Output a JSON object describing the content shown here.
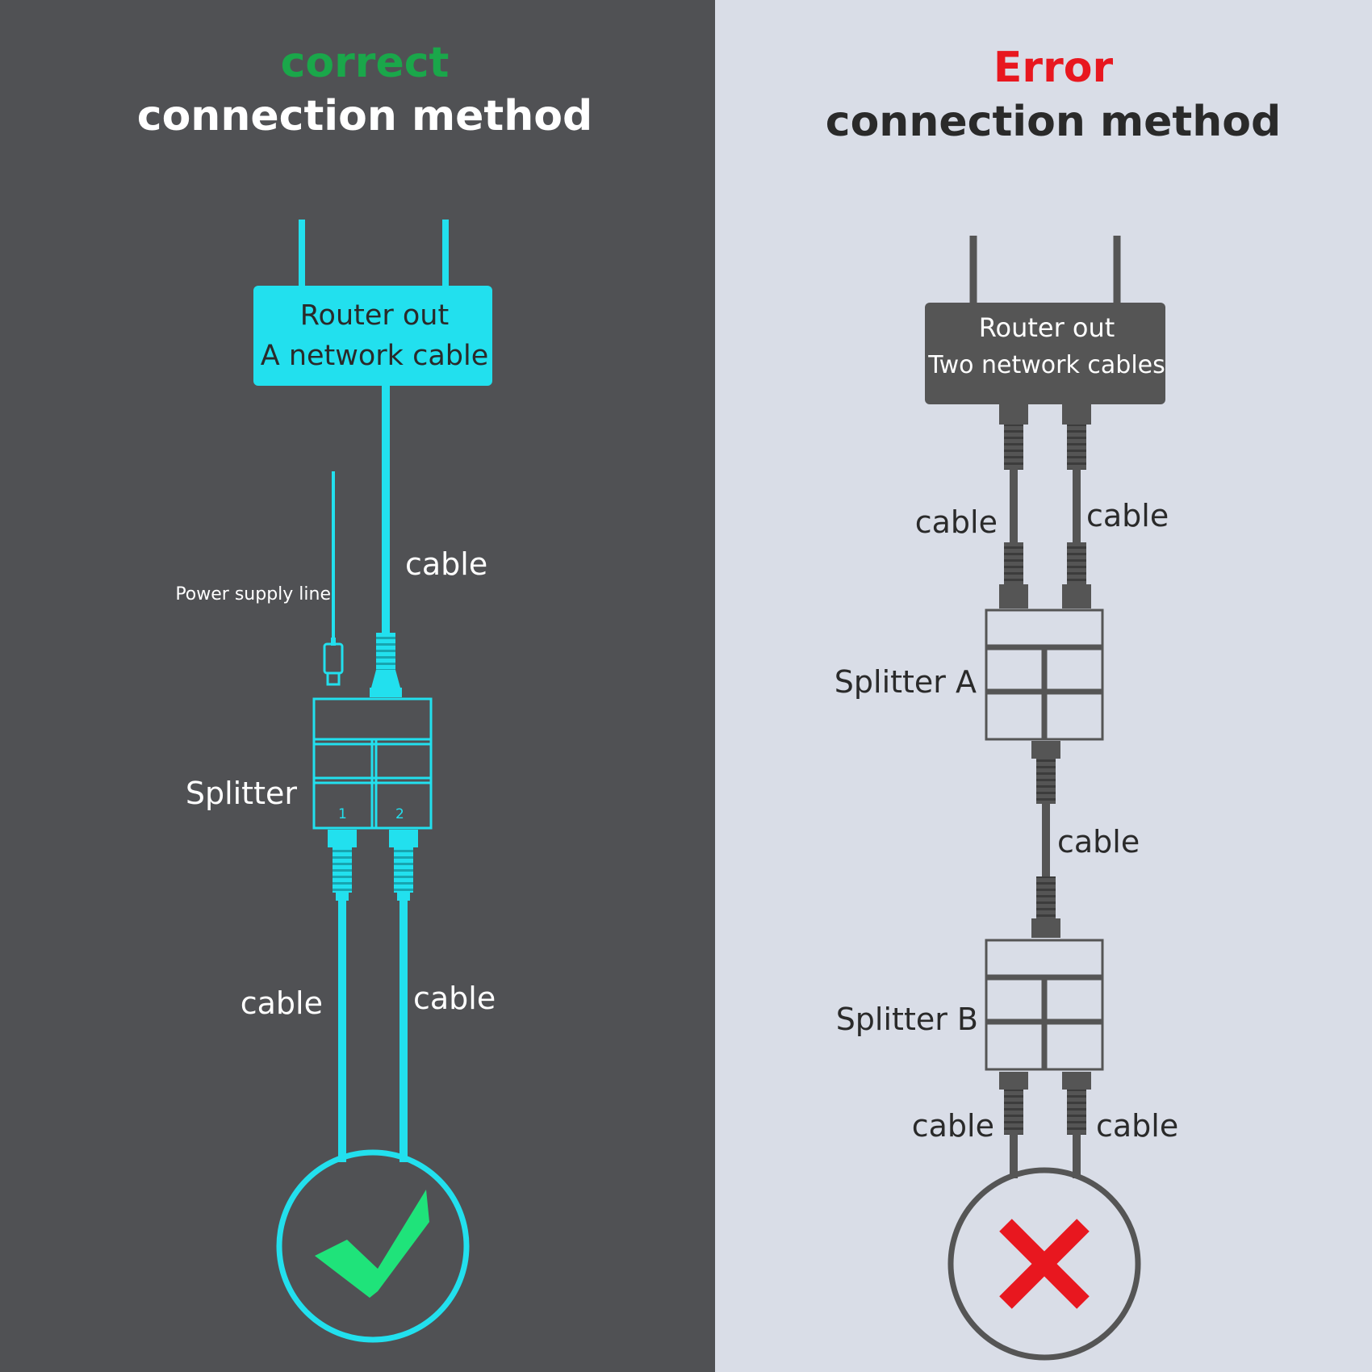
{
  "left_panel": {
    "heading_accent": "correct",
    "heading_main": "connection method",
    "router_line1": "Router out",
    "router_line2": "A network cable",
    "cable_top": "cable",
    "power_supply": "Power supply line",
    "splitter": "Splitter",
    "port1": "1",
    "port2": "2",
    "cable_left": "cable",
    "cable_right": "cable",
    "result_icon": "checkmark-icon"
  },
  "right_panel": {
    "heading_accent": "Error",
    "heading_main": "connection method",
    "router_line1": "Router out",
    "router_line2": "Two network cables",
    "cable_top_left": "cable",
    "cable_top_right": "cable",
    "splitter_a": "Splitter A",
    "cable_middle": "cable",
    "splitter_b": "Splitter B",
    "cable_bottom_left": "cable",
    "cable_bottom_right": "cable",
    "result_icon": "cross-icon"
  },
  "colors": {
    "left_bg": "#505154",
    "right_bg": "#d9dde7",
    "cyan": "#22e0ee",
    "correct_green": "#1aa74a",
    "check_green": "#1fe37a",
    "error_red": "#e8171f",
    "gray_device": "#555555",
    "white": "#ffffff",
    "dark_text": "#2a2a2a"
  }
}
